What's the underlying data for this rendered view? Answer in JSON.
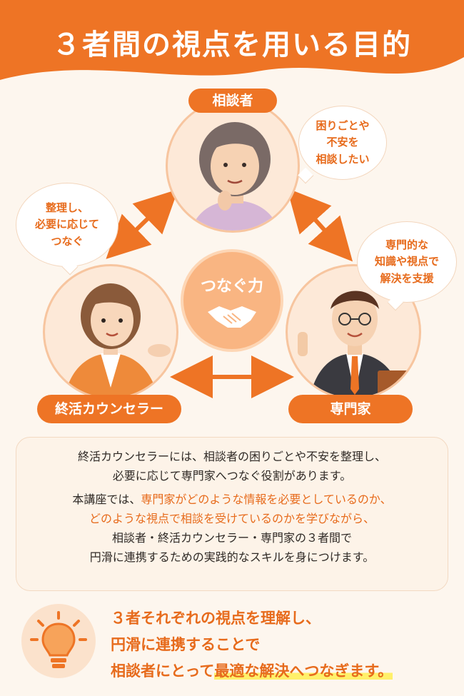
{
  "title": "３者間の視点を用いる目的",
  "roles": {
    "consultee": "相談者",
    "counselor": "終活カウンセラー",
    "expert": "専門家"
  },
  "center_label": "つなぐ力",
  "bubbles": {
    "consultee": [
      "困りごとや",
      "不安を",
      "相談したい"
    ],
    "counselor": [
      "整理し、",
      "必要に応じて",
      "つなぐ"
    ],
    "expert": [
      "専門的な",
      "知識や視点で",
      "解決を支援"
    ]
  },
  "info": {
    "line1": "終活カウンセラーには、相談者の困りごとや不安を整理し、",
    "line2": "必要に応じて専門家へつなぐ役割があります。",
    "line3_prefix": "本講座では、",
    "line3_highlight": "専門家がどのような情報を必要としているのか、",
    "line4_highlight": "どのような視点で相談を受けているのかを学びながら、",
    "line5": "相談者・終活カウンセラー・専門家の３者間で",
    "line6": "円滑に連携するための実践的なスキルを身につけます。"
  },
  "summary": {
    "line1": "３者それぞれの視点を理解し、",
    "line2": "円滑に連携することで",
    "line3_prefix": "相談者にとって",
    "line3_marked": "最適な解決へつなぎます。"
  },
  "colors": {
    "accent": "#ee7425",
    "highlight_text": "#e76b1c",
    "background": "#fdf6ee",
    "marker": "#fff06a"
  }
}
